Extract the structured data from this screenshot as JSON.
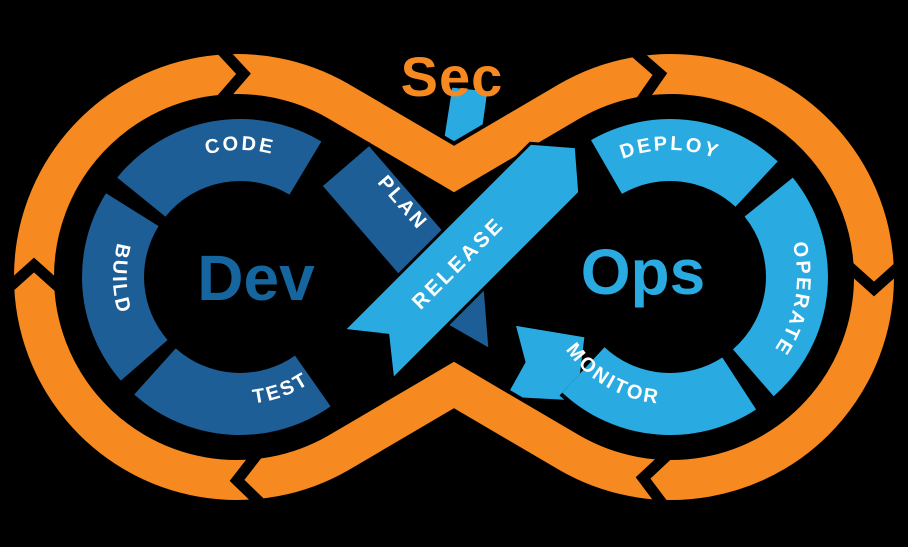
{
  "diagram": {
    "sec_label": "Sec",
    "release_label": "RELEASE",
    "dev": {
      "label": "Dev",
      "stages": {
        "code": "CODE",
        "plan": "PLAN",
        "build": "BUILD",
        "test": "TEST"
      }
    },
    "ops": {
      "label": "Ops",
      "stages": {
        "deploy": "DEPLOY",
        "operate": "OPERATE",
        "monitor": "MONITOR"
      }
    }
  },
  "colors": {
    "orange": "#F6891F",
    "dev_ring": "#1E5E96",
    "dev_text": "#15669F",
    "ops_blue": "#29ABE2",
    "stage_text": "#FFFFFF",
    "background": "#000000"
  }
}
